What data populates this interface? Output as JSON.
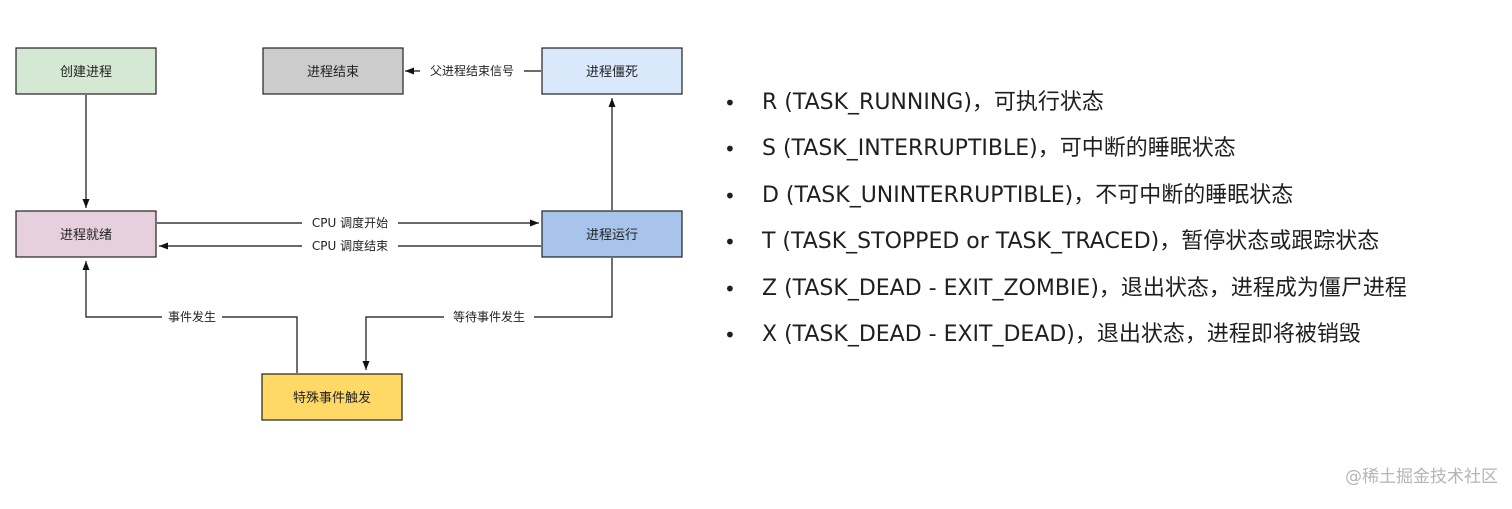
{
  "diagram": {
    "nodes": {
      "create": {
        "label": "创建进程",
        "fill": "#d5e8d4"
      },
      "end": {
        "label": "进程结束",
        "fill": "#cccccc"
      },
      "zombie": {
        "label": "进程僵死",
        "fill": "#dae8fc"
      },
      "ready": {
        "label": "进程就绪",
        "fill": "#e6d0de"
      },
      "running": {
        "label": "进程运行",
        "fill": "#a9c4eb"
      },
      "event": {
        "label": "特殊事件触发",
        "fill": "#ffd966"
      }
    },
    "edges": {
      "parent_signal": "父进程结束信号",
      "cpu_start": "CPU 调度开始",
      "cpu_end": "CPU 调度结束",
      "event_happen": "事件发生",
      "wait_event": "等待事件发生"
    }
  },
  "states": [
    {
      "bullet": "•",
      "text": "R (TASK_RUNNING)，可执行状态"
    },
    {
      "bullet": "•",
      "text": "S (TASK_INTERRUPTIBLE)，可中断的睡眠状态"
    },
    {
      "bullet": "•",
      "text": "D (TASK_UNINTERRUPTIBLE)，不可中断的睡眠状态"
    },
    {
      "bullet": "•",
      "text": "T (TASK_STOPPED or TASK_TRACED)，暂停状态或跟踪状态"
    },
    {
      "bullet": "•",
      "text": "Z (TASK_DEAD - EXIT_ZOMBIE)，退出状态，进程成为僵尸进程"
    },
    {
      "bullet": "•",
      "text": "X (TASK_DEAD - EXIT_DEAD)，退出状态，进程即将被销毁"
    }
  ],
  "credit": "@稀土掘金技术社区"
}
